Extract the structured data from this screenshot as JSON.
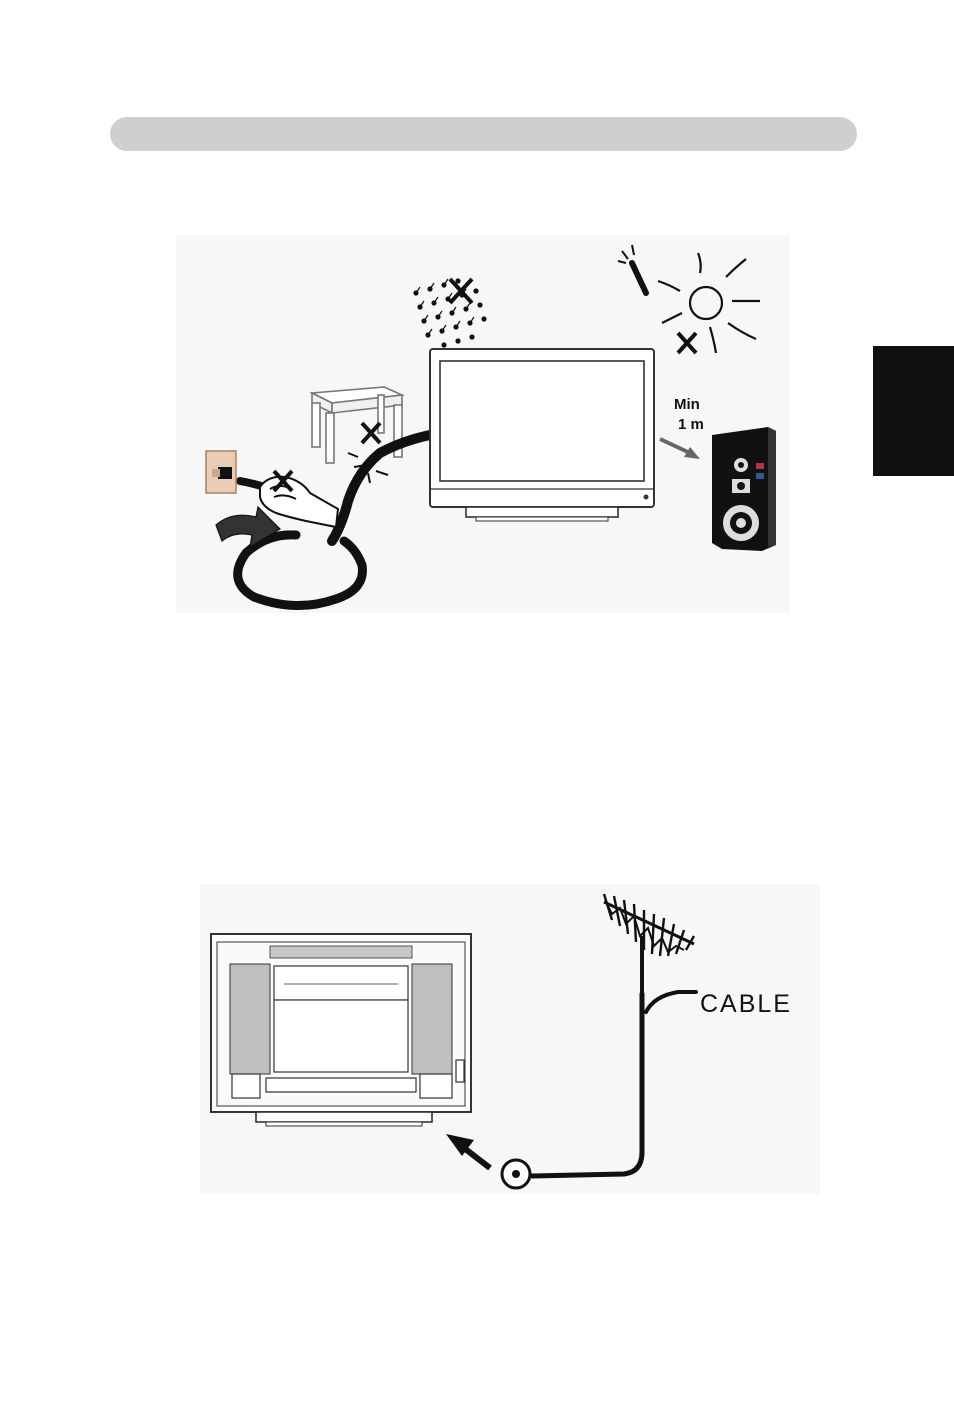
{
  "figure1": {
    "distance_label_line1": "Min",
    "distance_label_line2": "1 m"
  },
  "figure2": {
    "cable_label": "CABLE"
  },
  "colors": {
    "header_bar": "#cfcfcf",
    "side_tab": "#111111",
    "outlet": "#e8cdb4",
    "figure_background": "#f7f7f7"
  }
}
